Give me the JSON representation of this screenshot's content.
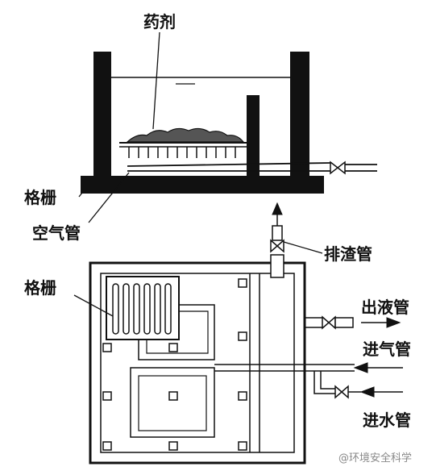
{
  "labels": {
    "chemical": "药剂",
    "grid_top": "格栅",
    "air_pipe": "空气管",
    "slag_pipe": "排渣管",
    "grid_plan": "格栅",
    "liquid_out": "出液管",
    "air_in": "进气管",
    "water_in": "进水管"
  },
  "watermark": "@环境安全科学",
  "colors": {
    "ink": "#111111",
    "paper": "#ffffff",
    "watermark": "#888888"
  },
  "icons": {
    "arrow": "arrow-up-icon",
    "valve": "valve-icon"
  }
}
